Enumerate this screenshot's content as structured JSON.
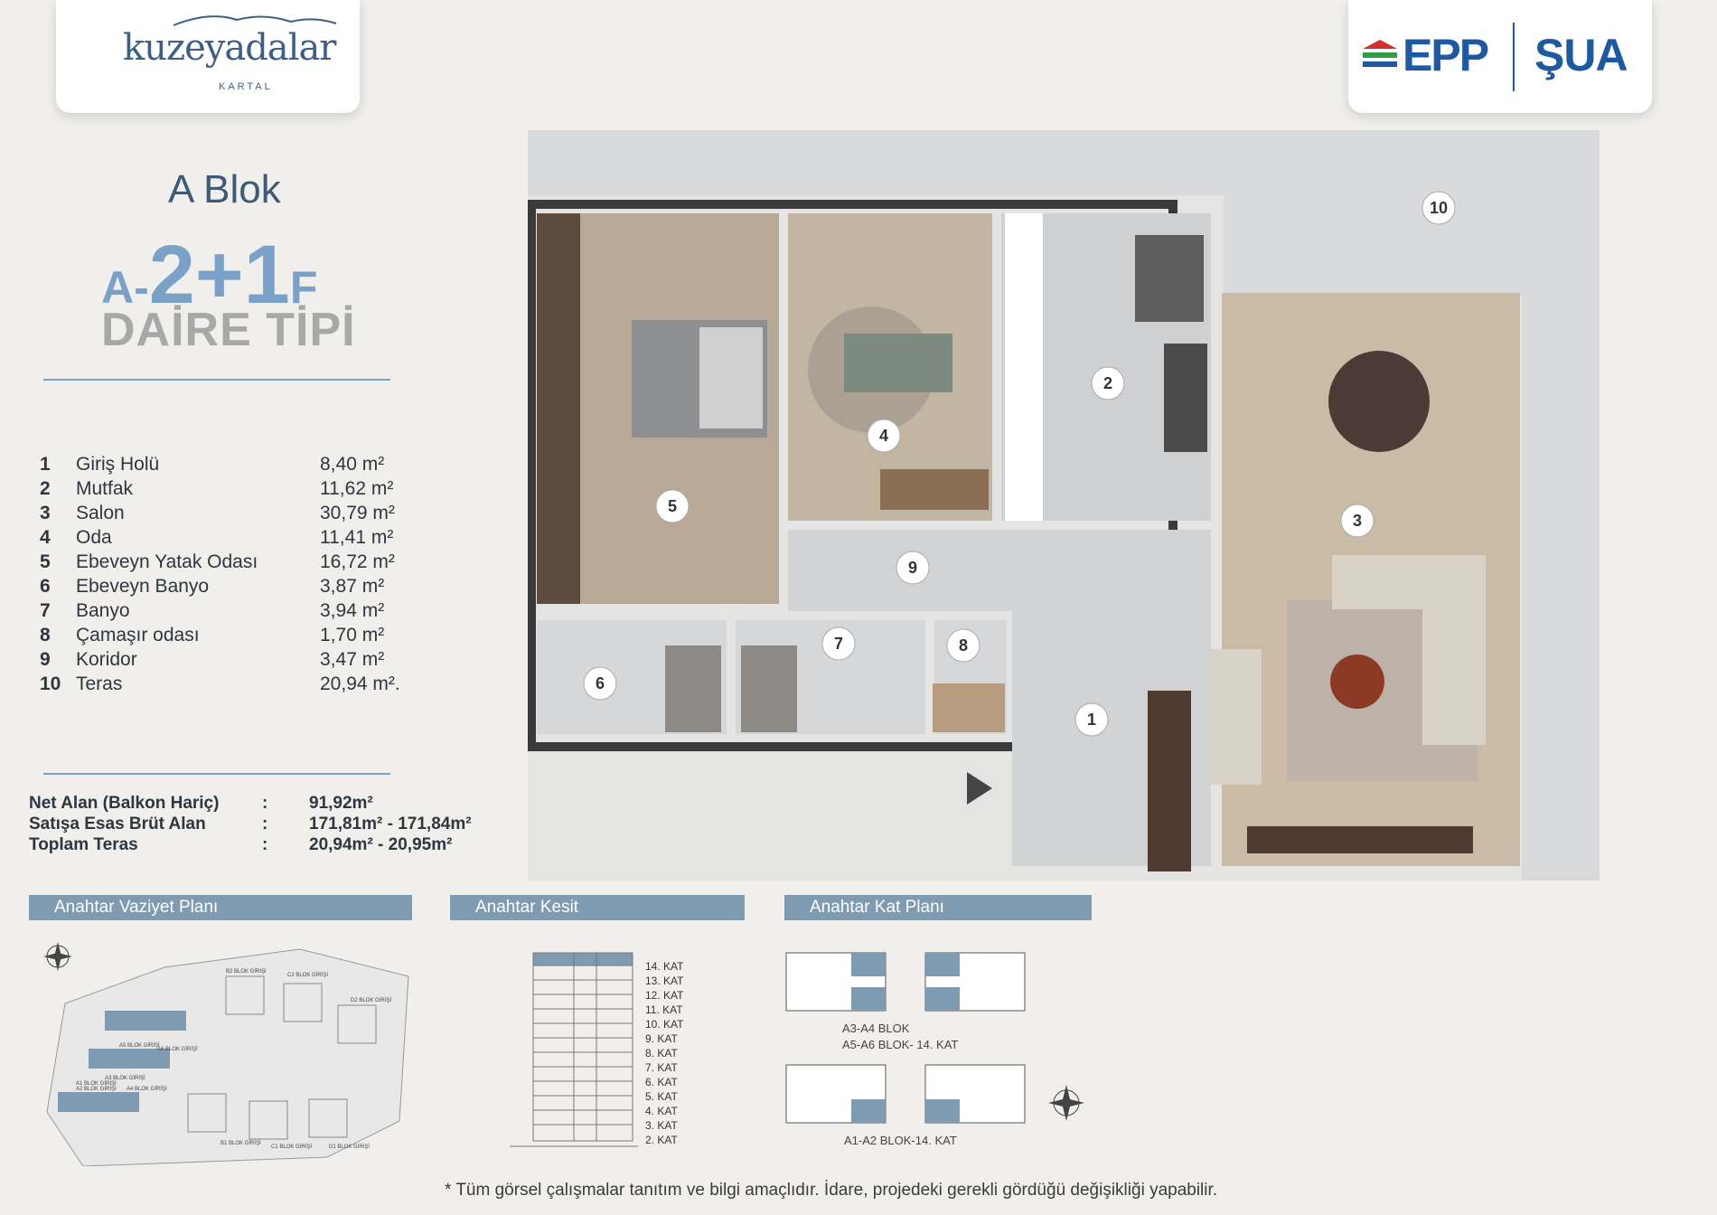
{
  "brand": {
    "left_logo_text": "kuzeyadalar",
    "left_logo_sub": "KARTAL",
    "right_logo_epp": "EPP",
    "right_logo_sua": "ŞUA",
    "accent": "#7aa1c7",
    "band_color": "#7f9bb2",
    "navy": "#3d5a78"
  },
  "header": {
    "block": "A Blok",
    "model_prefix": "A-",
    "model_main": "2+1",
    "model_suffix": "F",
    "type_label": "DAİRE TİPİ"
  },
  "rooms": [
    {
      "no": "1",
      "name": "Giriş Holü",
      "area": "8,40 m²"
    },
    {
      "no": "2",
      "name": "Mutfak",
      "area": "11,62 m²"
    },
    {
      "no": "3",
      "name": "Salon",
      "area": "30,79 m²"
    },
    {
      "no": "4",
      "name": "Oda",
      "area": "11,41 m²"
    },
    {
      "no": "5",
      "name": "Ebeveyn Yatak Odası",
      "area": "16,72 m²"
    },
    {
      "no": "6",
      "name": "Ebeveyn Banyo",
      "area": "3,87 m²"
    },
    {
      "no": "7",
      "name": "Banyo",
      "area": "3,94 m²"
    },
    {
      "no": "8",
      "name": "Çamaşır odası",
      "area": "1,70 m²"
    },
    {
      "no": "9",
      "name": "Koridor",
      "area": "3,47 m²"
    },
    {
      "no": "10",
      "name": "Teras",
      "area": "20,94 m²."
    }
  ],
  "totals": [
    {
      "label": "Net Alan (Balkon Hariç)",
      "sep": ":",
      "value": "91,92m²"
    },
    {
      "label": "Satışa Esas Brüt Alan",
      "sep": ":",
      "value": "171,81m² - 171,84m²"
    },
    {
      "label": "Toplam Teras",
      "sep": ":",
      "value": "20,94m² - 20,95m²"
    }
  ],
  "sections": {
    "site_plan": "Anahtar Vaziyet Planı",
    "section": "Anahtar Kesit",
    "floor_plan": "Anahtar Kat Planı"
  },
  "site_labels": [
    "B2 BLOK GİRİŞİ",
    "C2 BLOK GİRİŞİ",
    "D2 BLOK GİRİŞİ",
    "A5 BLOK GİRİŞİ",
    "A6 BLOK GİRİŞİ",
    "A3 BLOK GİRİŞİ",
    "A1 BLOK GİRİŞİ",
    "A2 BLOK GİRİŞİ",
    "A4 BLOK GİRİŞİ",
    "B1 BLOK GİRİŞİ",
    "C1 BLOK GİRİŞİ",
    "D1 BLOK GİRİŞİ"
  ],
  "floors": [
    "14. KAT",
    "13. KAT",
    "12. KAT",
    "11. KAT",
    "10. KAT",
    "9. KAT",
    "8. KAT",
    "7. KAT",
    "6. KAT",
    "5. KAT",
    "4. KAT",
    "3. KAT",
    "2. KAT"
  ],
  "key_plan": {
    "top_label_1": "A3-A4 BLOK",
    "top_label_2": "A5-A6 BLOK- 14. KAT",
    "bottom_label": "A1-A2 BLOK-14. KAT"
  },
  "plan_labels": [
    "1",
    "2",
    "3",
    "4",
    "5",
    "6",
    "7",
    "8",
    "9",
    "10"
  ],
  "disclaimer": "* Tüm görsel çalışmalar tanıtım ve bilgi amaçlıdır. İdare, projedeki gerekli gördüğü değişikliği yapabilir."
}
